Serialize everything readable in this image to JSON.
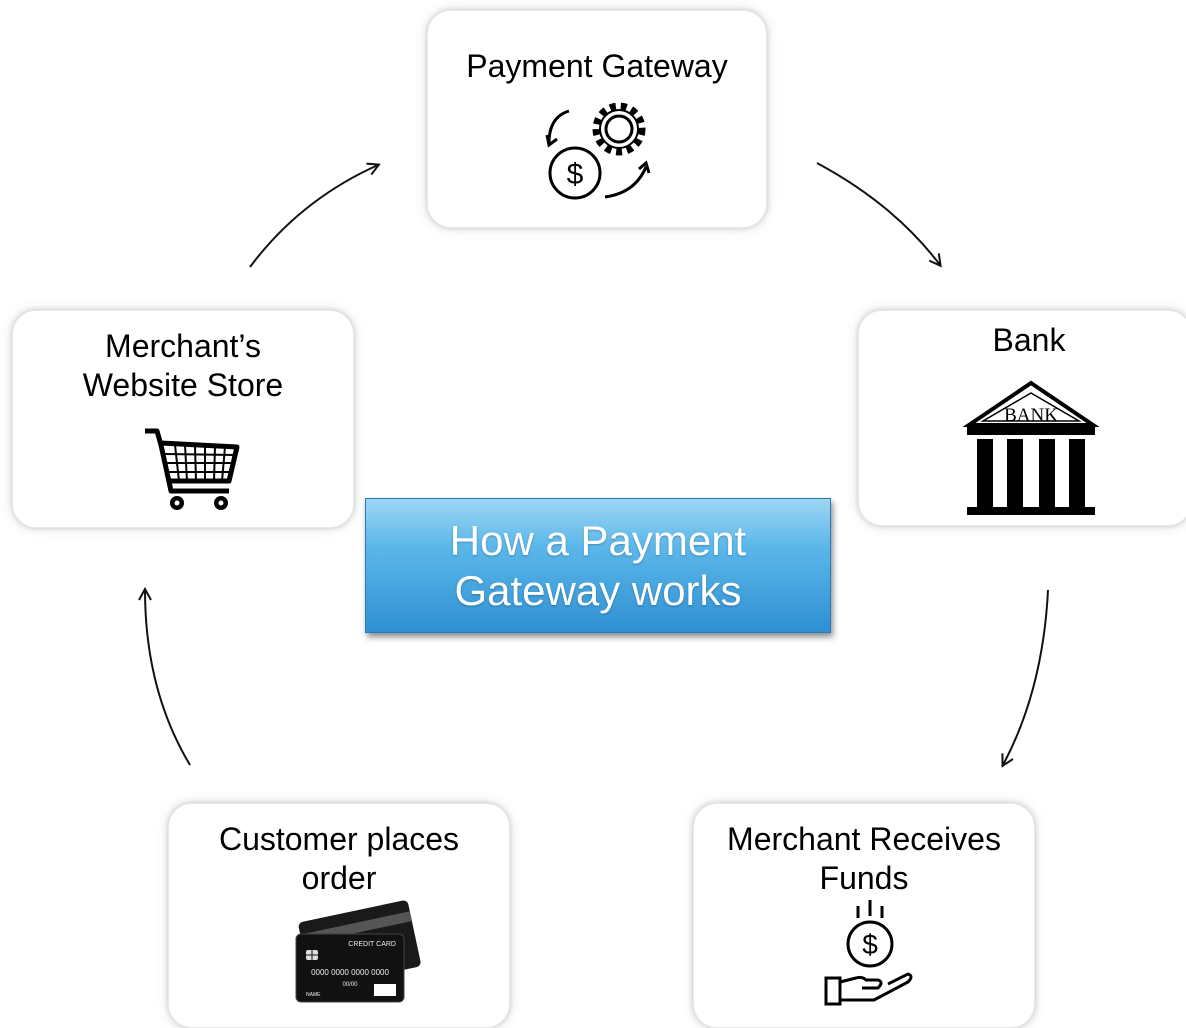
{
  "title": "How a Payment\nGateway works",
  "nodes": {
    "payment_gateway": {
      "label": "Payment Gateway",
      "icon": "payment-gateway-icon"
    },
    "bank": {
      "label": "Bank",
      "icon": "bank-building-icon",
      "icon_text": "BANK"
    },
    "merchant_receives": {
      "label": "Merchant Receives\nFunds",
      "icon": "hand-dollar-icon"
    },
    "customer_order": {
      "label": "Customer places\norder",
      "icon": "credit-card-icon",
      "card": {
        "brand": "CREDIT CARD",
        "number": "0000 0000 0000 0000",
        "expiry": "00/00",
        "name": "NAME"
      }
    },
    "merchant_store": {
      "label": "Merchant’s\nWebsite Store",
      "icon": "shopping-cart-icon"
    }
  },
  "flow": [
    "merchant_store",
    "payment_gateway",
    "bank",
    "merchant_receives",
    "customer_order",
    "merchant_store"
  ],
  "colors": {
    "title_box": "#3a9ad9",
    "title_text": "#ffffff",
    "arrow": "#111111"
  }
}
